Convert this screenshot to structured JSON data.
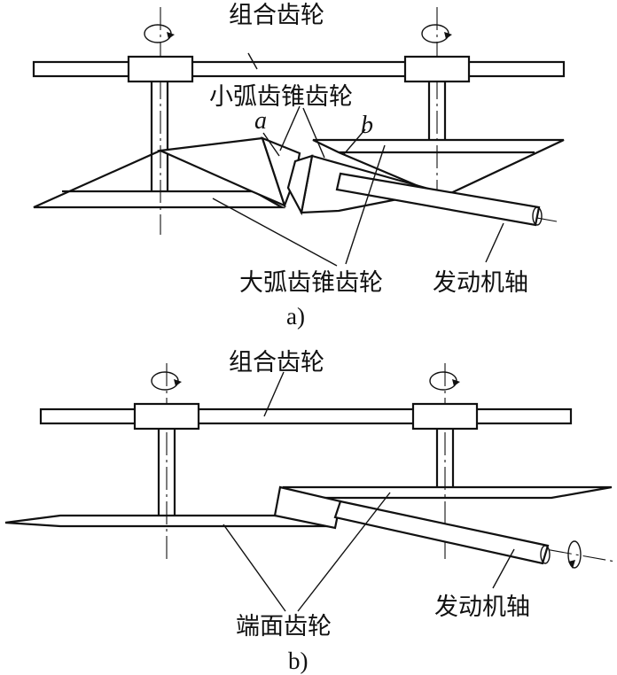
{
  "figure_a": {
    "label_combined_gear": "组合齿轮",
    "label_small_spiral_bevel": "小弧齿锥齿轮",
    "label_a": "a",
    "label_b": "b",
    "label_large_spiral_bevel": "大弧齿锥齿轮",
    "label_engine_shaft": "发动机轴",
    "caption": "a)"
  },
  "figure_b": {
    "label_combined_gear": "组合齿轮",
    "label_face_gear": "端面齿轮",
    "label_engine_shaft": "发动机轴",
    "caption": "b)"
  }
}
